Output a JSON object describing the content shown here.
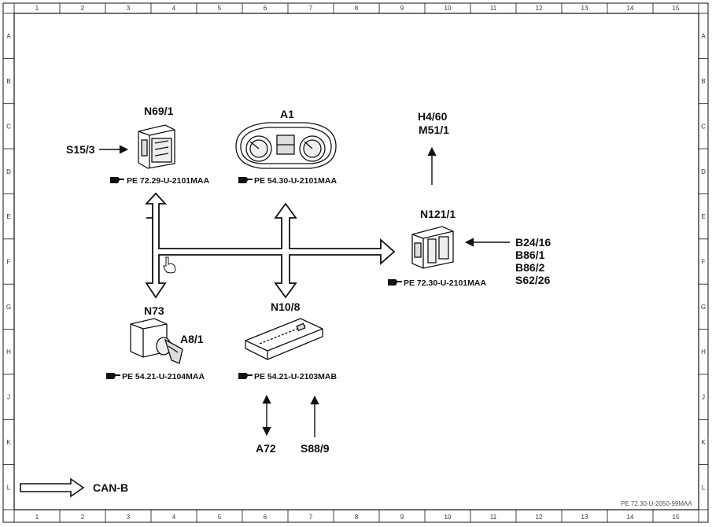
{
  "frame": {
    "columns": [
      "1",
      "2",
      "3",
      "4",
      "5",
      "6",
      "7",
      "8",
      "9",
      "10",
      "11",
      "12",
      "13",
      "14",
      "15"
    ],
    "rows": [
      "A",
      "B",
      "C",
      "D",
      "E",
      "F",
      "G",
      "H",
      "J",
      "K",
      "L"
    ]
  },
  "components": {
    "n69_1": {
      "label": "N69/1",
      "ref": "PE 72.29-U-2101MAA",
      "input": "S15/3"
    },
    "a1": {
      "label": "A1",
      "ref": "PE 54.30-U-2101MAA"
    },
    "n121_1": {
      "label": "N121/1",
      "ref": "PE 72.30-U-2101MAA",
      "outputs": [
        "H4/60",
        "M51/1"
      ],
      "inputs": [
        "B24/16",
        "B86/1",
        "B86/2",
        "S62/26"
      ]
    },
    "n73": {
      "label": "N73",
      "sub_label": "A8/1",
      "ref": "PE 54.21-U-2104MAA"
    },
    "n10_8": {
      "label": "N10/8",
      "ref": "PE 54.21-U-2103MAB",
      "bidirectional": "A72",
      "input": "S88/9"
    }
  },
  "legend": {
    "label": "CAN-B"
  },
  "doc_id": "PE 72.30-U-2050-99MAA",
  "icons": {
    "reference": "hand-pointing-icon",
    "cursor": "hand-cursor-icon"
  }
}
